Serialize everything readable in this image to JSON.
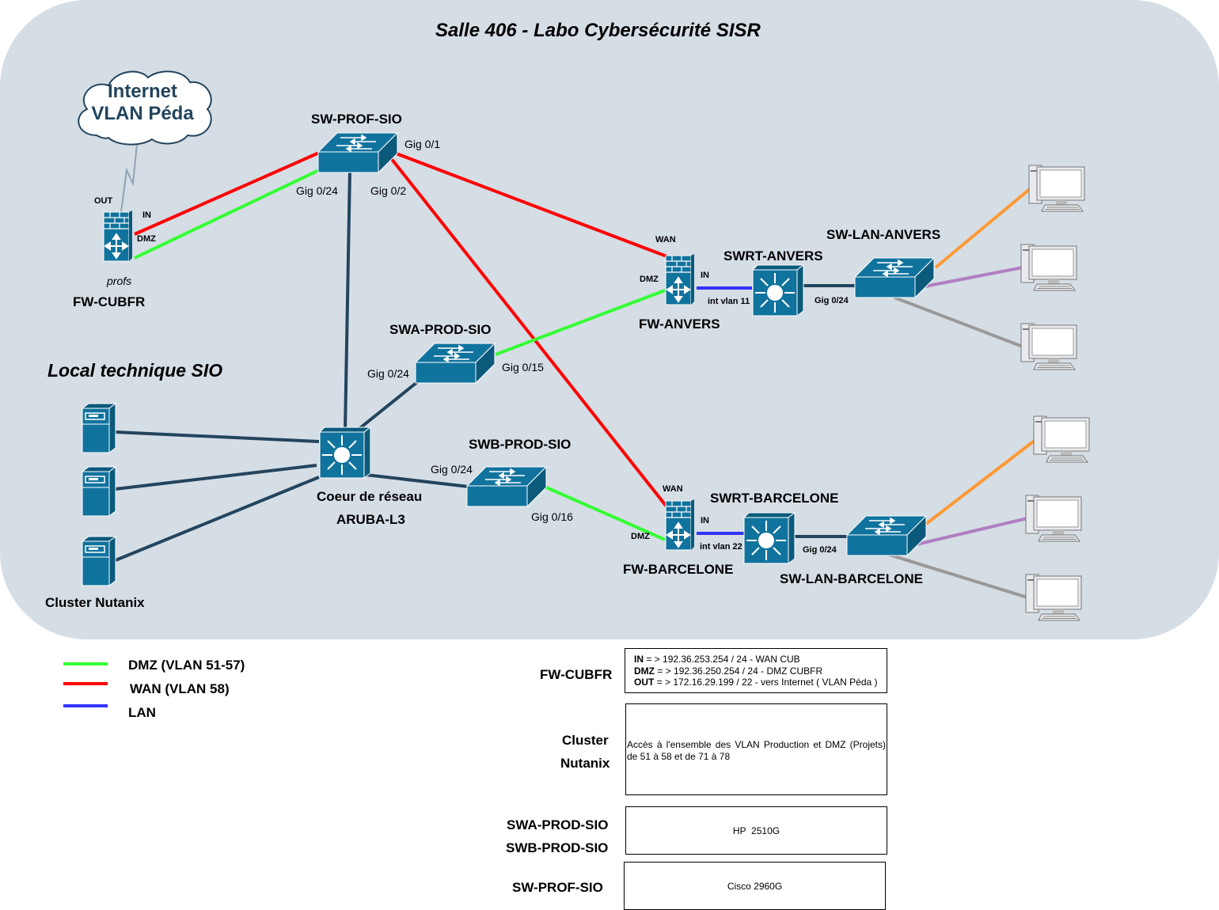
{
  "title": "Salle 406 - Labo Cybersécurité SISR",
  "colors": {
    "zone_bg": "#d5dde5",
    "device": "#10739e",
    "device_dark": "#0b5a7c",
    "trunk": "#23445d",
    "dmz": "#33ff33",
    "wan": "#ff0000",
    "lan": "#3333ff",
    "pc_orange": "#ff9933",
    "pc_purple": "#b07fc2",
    "pc_gray": "#999999"
  },
  "cloud": {
    "line1": "Internet",
    "line2": "VLAN Péda"
  },
  "section_label": "Local technique SIO",
  "devices": {
    "fw_cubfr": {
      "name": "FW-CUBFR",
      "sublabel": "profs",
      "ports": {
        "out": "OUT",
        "in": "IN",
        "dmz": "DMZ"
      }
    },
    "sw_prof": {
      "name": "SW-PROF-SIO",
      "ports": {
        "g01": "Gig 0/1",
        "g024": "Gig 0/24",
        "g02": "Gig 0/2"
      }
    },
    "swa_prod": {
      "name": "SWA-PROD-SIO",
      "ports": {
        "g024": "Gig 0/24",
        "g015": "Gig 0/15"
      }
    },
    "swb_prod": {
      "name": "SWB-PROD-SIO",
      "ports": {
        "g024": "Gig 0/24",
        "g016": "Gig 0/16"
      }
    },
    "core": {
      "name1": "Coeur de réseau",
      "name2": "ARUBA-L3"
    },
    "cluster": {
      "name": "Cluster Nutanix"
    },
    "fw_anvers": {
      "name": "FW-ANVERS",
      "ports": {
        "wan": "WAN",
        "dmz": "DMZ",
        "in": "IN",
        "vlan": "int vlan 11"
      }
    },
    "swrt_anvers": {
      "name": "SWRT-ANVERS",
      "ports": {
        "g024": "Gig 0/24"
      }
    },
    "sw_lan_anvers": {
      "name": "SW-LAN-ANVERS"
    },
    "fw_barcelone": {
      "name": "FW-BARCELONE",
      "ports": {
        "wan": "WAN",
        "dmz": "DMZ",
        "in": "IN",
        "vlan": "int vlan 22"
      }
    },
    "swrt_barcelone": {
      "name": "SWRT-BARCELONE",
      "ports": {
        "g024": "Gig 0/24"
      }
    },
    "sw_lan_barcelone": {
      "name": "SW-LAN-BARCELONE"
    }
  },
  "legend": [
    {
      "label": "DMZ (VLAN 51-57)",
      "color": "#33ff33"
    },
    {
      "label": "WAN (VLAN 58)",
      "color": "#ff0000"
    },
    {
      "label": "LAN",
      "color": "#3333ff"
    }
  ],
  "info": {
    "fw_cubfr": {
      "label": "FW-CUBFR",
      "lines": [
        {
          "key": "IN",
          "text": " = > 192.36.253.254 / 24 - WAN CUB"
        },
        {
          "key": "DMZ",
          "text": " = > 192.36.250.254 / 24 - DMZ CUBFR"
        },
        {
          "key": "OUT",
          "text": " = > 172.16.29.199 / 22 - vers Internet ( VLAN Péda )"
        }
      ]
    },
    "cluster": {
      "label1": "Cluster",
      "label2": "Nutanix",
      "text": "Accès à l'ensemble des VLAN Production et DMZ (Projets) de 51 à 58 et de 71 à 78"
    },
    "prod_switches": {
      "label1": "SWA-PROD-SIO",
      "label2": "SWB-PROD-SIO",
      "text": "HP  2510G"
    },
    "sw_prof": {
      "label": "SW-PROF-SIO",
      "text": "Cisco 2960G"
    }
  }
}
